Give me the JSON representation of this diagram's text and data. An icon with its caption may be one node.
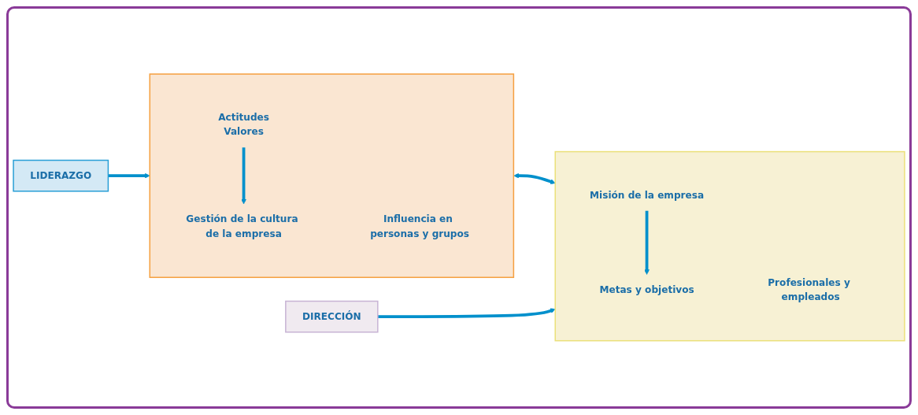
{
  "diagram": {
    "nodes": [
      {
        "text": [
          "LIDERAZGO"
        ]
      },
      {
        "text": [],
        "shape": "box"
      },
      {
        "text": [
          "Actitudes",
          "Valores"
        ],
        "in": 1
      },
      {
        "text": [
          "Influencia en personas y grupos"
        ],
        "in": 1
      },
      {
        "text": [
          "Gestión de la cultura de la empresa"
        ],
        "in": 1
      },
      {
        "text": [
          "DIRECCIÓN"
        ]
      },
      {
        "text": [],
        "shape": "box"
      },
      {
        "text": [
          "Misión de la empresa"
        ],
        "in": 6
      },
      {
        "text": [
          "Profesionales y empleados"
        ],
        "in": 6
      },
      {
        "text": [
          "Metas y objetivos"
        ],
        "in": 6
      }
    ],
    "edges": [
      {
        "from": 0,
        "to": 1,
        "arrow": "to"
      },
      {
        "from": 2,
        "to": 4,
        "arrow": "to"
      },
      {
        "from": 1,
        "to": 6,
        "arrow": "both"
      },
      {
        "from": 5,
        "to": 6,
        "arrow": "to"
      },
      {
        "from": 7,
        "to": 9,
        "arrow": "to"
      }
    ]
  }
}
